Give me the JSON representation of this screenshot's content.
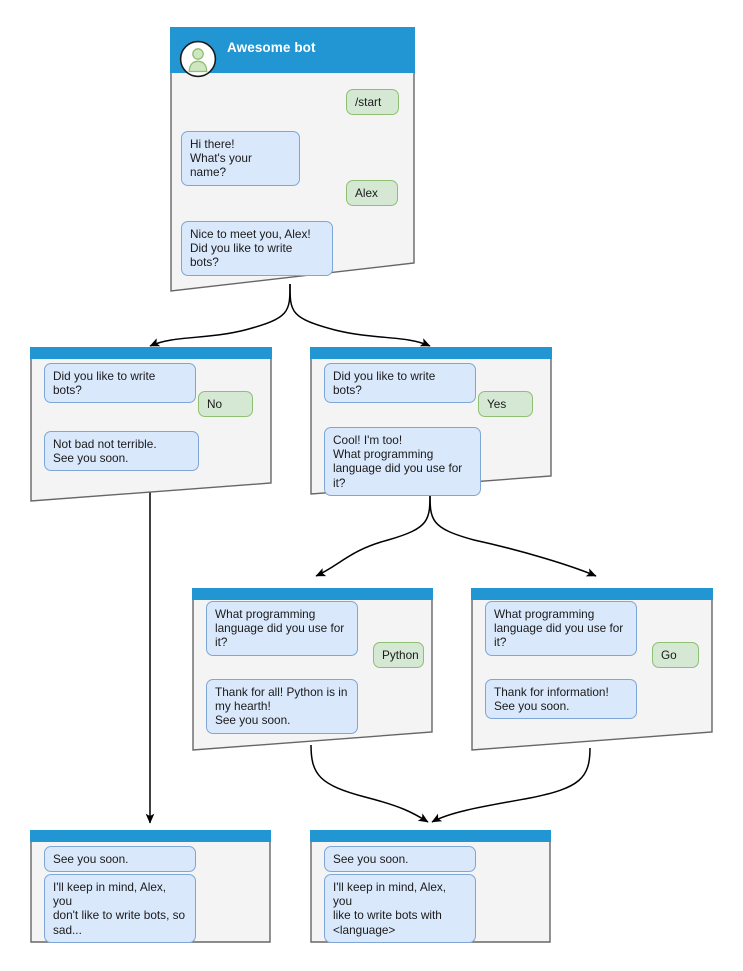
{
  "diagram": {
    "title": "Telegram bot conversation flow",
    "colors": {
      "header_bar": "#2196d3",
      "node_fill": "#f4f4f4",
      "node_border": "#666666",
      "bot_bubble_fill": "#dae8fc",
      "bot_bubble_border": "#7ea6d6",
      "user_bubble_fill": "#d5e8d4",
      "user_bubble_border": "#8fbf72",
      "edge": "#000000",
      "avatar_person": "#a9d08e"
    }
  },
  "nodes": [
    {
      "id": "start",
      "header": {
        "title": "Awesome bot",
        "avatar_icon": "person-avatar-icon"
      },
      "messages": [
        {
          "role": "user",
          "text": "/start"
        },
        {
          "role": "bot",
          "text": "Hi there!\nWhat's your name?"
        },
        {
          "role": "user",
          "text": "Alex"
        },
        {
          "role": "bot",
          "text": "Nice to meet you, Alex!\nDid you like to write bots?"
        }
      ]
    },
    {
      "id": "answer-no",
      "header": {
        "title": "",
        "avatar_icon": ""
      },
      "messages": [
        {
          "role": "bot",
          "text": "Did you like to write bots?"
        },
        {
          "role": "user",
          "text": "No"
        },
        {
          "role": "bot",
          "text": "Not bad not terrible.\nSee you soon."
        }
      ]
    },
    {
      "id": "answer-yes",
      "header": {
        "title": "",
        "avatar_icon": ""
      },
      "messages": [
        {
          "role": "bot",
          "text": "Did you like to write bots?"
        },
        {
          "role": "user",
          "text": "Yes"
        },
        {
          "role": "bot",
          "text": "Cool! I'm too!\nWhat programming\nlanguage did you use for it?"
        }
      ]
    },
    {
      "id": "answer-python",
      "header": {
        "title": "",
        "avatar_icon": ""
      },
      "messages": [
        {
          "role": "bot",
          "text": "What programming\nlanguage did you use for it?"
        },
        {
          "role": "user",
          "text": "Python"
        },
        {
          "role": "bot",
          "text": "Thank for all! Python is in\nmy hearth!\nSee you soon."
        }
      ]
    },
    {
      "id": "answer-go",
      "header": {
        "title": "",
        "avatar_icon": ""
      },
      "messages": [
        {
          "role": "bot",
          "text": "What programming\nlanguage did you use for it?"
        },
        {
          "role": "user",
          "text": "Go"
        },
        {
          "role": "bot",
          "text": "Thank for information!\nSee you soon."
        }
      ]
    },
    {
      "id": "end-no",
      "header": {
        "title": "",
        "avatar_icon": ""
      },
      "messages": [
        {
          "role": "bot",
          "text": "See you soon."
        },
        {
          "role": "bot",
          "text": "I'll keep in mind, Alex, you\ndon't like to write bots, so\nsad..."
        }
      ]
    },
    {
      "id": "end-yes",
      "header": {
        "title": "",
        "avatar_icon": ""
      },
      "messages": [
        {
          "role": "bot",
          "text": "See you soon."
        },
        {
          "role": "bot",
          "text": "I'll keep in mind, Alex, you\nlike to write bots with\n<language>"
        }
      ]
    }
  ]
}
